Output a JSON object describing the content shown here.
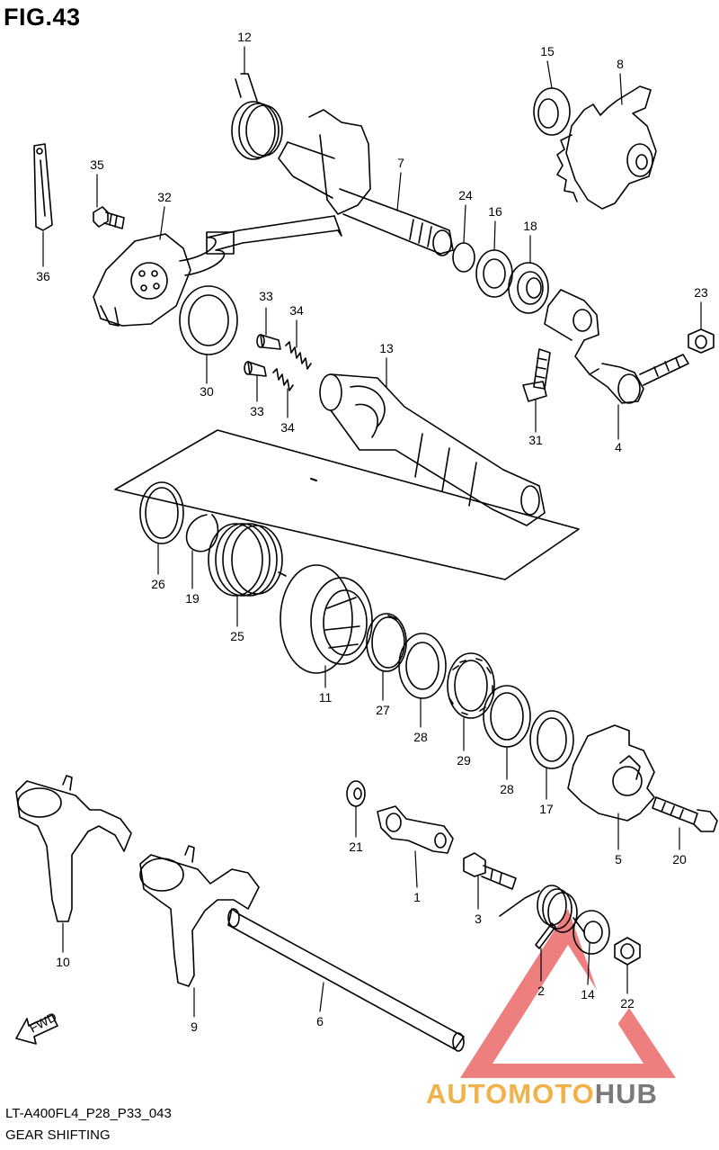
{
  "figure": {
    "title": "FIG.43"
  },
  "footer": {
    "code": "LT-A400FL4_P28_P33_043",
    "name": "GEAR SHIFTING"
  },
  "watermark": {
    "brand_left": "AUTOMOTO",
    "brand_right": "HUB",
    "accent": "#f2b24a",
    "gray": "#7a7a7a",
    "logo_color": "#e84a4a"
  },
  "fwd_label": "FWD",
  "callouts": [
    {
      "id": "12",
      "text": "12"
    },
    {
      "id": "15",
      "text": "15"
    },
    {
      "id": "8",
      "text": "8"
    },
    {
      "id": "35",
      "text": "35"
    },
    {
      "id": "32",
      "text": "32"
    },
    {
      "id": "7",
      "text": "7"
    },
    {
      "id": "24",
      "text": "24"
    },
    {
      "id": "16",
      "text": "16"
    },
    {
      "id": "18",
      "text": "18"
    },
    {
      "id": "36",
      "text": "36"
    },
    {
      "id": "33a",
      "text": "33"
    },
    {
      "id": "34a",
      "text": "34"
    },
    {
      "id": "23",
      "text": "23"
    },
    {
      "id": "30",
      "text": "30"
    },
    {
      "id": "13",
      "text": "13"
    },
    {
      "id": "33b",
      "text": "33"
    },
    {
      "id": "34b",
      "text": "34"
    },
    {
      "id": "31",
      "text": "31"
    },
    {
      "id": "4",
      "text": "4"
    },
    {
      "id": "26",
      "text": "26"
    },
    {
      "id": "19",
      "text": "19"
    },
    {
      "id": "25",
      "text": "25"
    },
    {
      "id": "11",
      "text": "11"
    },
    {
      "id": "27",
      "text": "27"
    },
    {
      "id": "28a",
      "text": "28"
    },
    {
      "id": "29",
      "text": "29"
    },
    {
      "id": "28b",
      "text": "28"
    },
    {
      "id": "17",
      "text": "17"
    },
    {
      "id": "5",
      "text": "5"
    },
    {
      "id": "20",
      "text": "20"
    },
    {
      "id": "21",
      "text": "21"
    },
    {
      "id": "1",
      "text": "1"
    },
    {
      "id": "3",
      "text": "3"
    },
    {
      "id": "2",
      "text": "2"
    },
    {
      "id": "14",
      "text": "14"
    },
    {
      "id": "22",
      "text": "22"
    },
    {
      "id": "10",
      "text": "10"
    },
    {
      "id": "9",
      "text": "9"
    },
    {
      "id": "6",
      "text": "6"
    }
  ]
}
